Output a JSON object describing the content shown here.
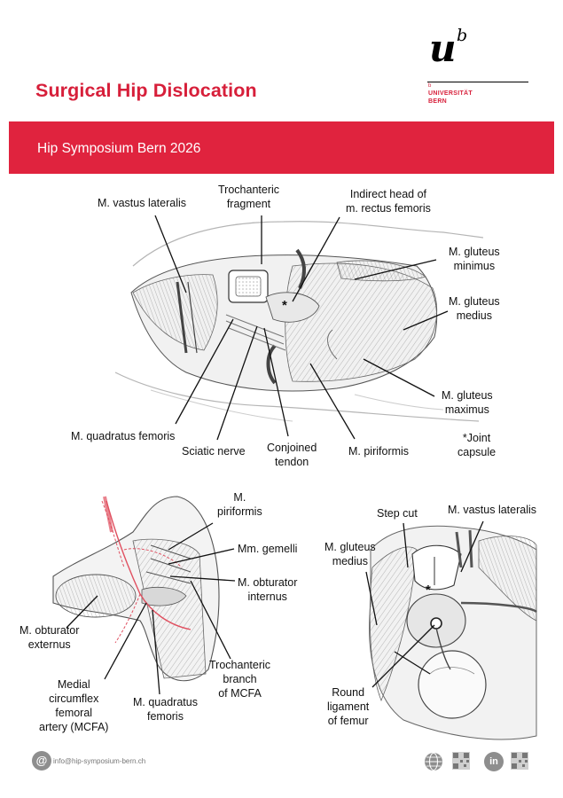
{
  "header": {
    "title": "Surgical Hip Dislocation",
    "logo_letter": "u",
    "logo_superscript": "b",
    "logo_small_b": "b",
    "university": "UNIVERSITÄT",
    "city": "BERN"
  },
  "banner": {
    "text": "Hip Symposium Bern 2026"
  },
  "figure_top": {
    "labels": {
      "vastus_lateralis": "M. vastus lateralis",
      "trochanteric_fragment": "Trochanteric\nfragment",
      "indirect_head": "Indirect head of\nm. rectus femoris",
      "gluteus_minimus": "M. gluteus\nminimus",
      "gluteus_medius": "M. gluteus\nmedius",
      "gluteus_maximus": "M. gluteus\nmaximus",
      "joint_capsule": "*Joint\ncapsule",
      "quadratus_femoris": "M. quadratus femoris",
      "sciatic_nerve": "Sciatic nerve",
      "conjoined_tendon": "Conjoined\ntendon",
      "piriformis": "M. piriformis",
      "asterisk": "*"
    }
  },
  "figure_left": {
    "labels": {
      "piriformis": "M.\npiriformis",
      "gemelli": "Mm. gemelli",
      "obturator_internus": "M. obturator\ninternus",
      "obturator_externus": "M. obturator\nexternus",
      "trochanteric_branch": "Trochanteric\nbranch\nof MCFA",
      "mcfa": "Medial\ncircumflex\nfemoral\nartery (MCFA)",
      "quadratus_femoris": "M. quadratus\nfemoris"
    }
  },
  "figure_right": {
    "labels": {
      "step_cut": "Step cut",
      "vastus_lateralis": "M. vastus lateralis",
      "gluteus_medius": "M. gluteus\nmedius",
      "round_ligament": "Round\nligament\nof femur",
      "asterisk": "*"
    }
  },
  "footer": {
    "email": "info@hip-symposium-bern.ch",
    "at_symbol": "@",
    "linkedin": "in"
  },
  "colors": {
    "brand_red": "#e0233e",
    "title_red": "#d71f3a"
  }
}
